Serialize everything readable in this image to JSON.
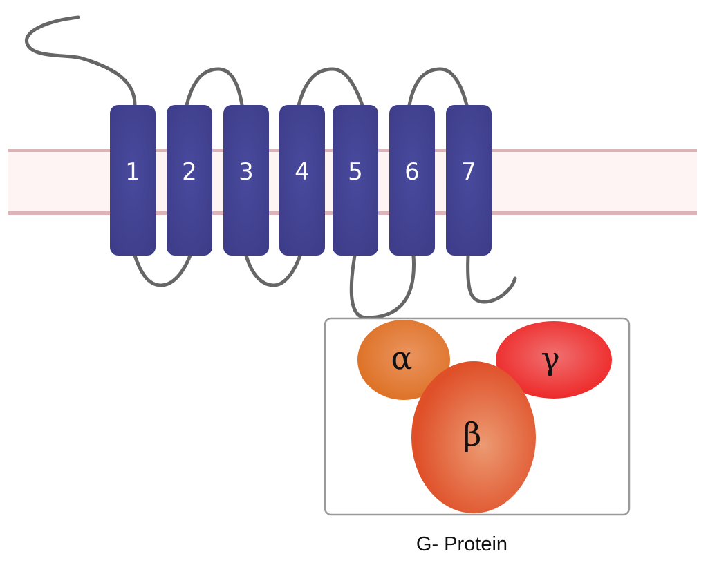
{
  "diagram": {
    "helices": [
      {
        "label": "1"
      },
      {
        "label": "2"
      },
      {
        "label": "3"
      },
      {
        "label": "4"
      },
      {
        "label": "5"
      },
      {
        "label": "6"
      },
      {
        "label": "7"
      }
    ],
    "g_protein": {
      "subunits": [
        {
          "id": "alpha",
          "label": "α"
        },
        {
          "id": "beta",
          "label": "β"
        },
        {
          "id": "gamma",
          "label": "γ"
        }
      ],
      "caption": "G- Protein"
    },
    "colors": {
      "helix": "#3f3f8f",
      "membrane_fill": "#fff4f4",
      "membrane_line": "#dcb4b8",
      "loop": "#666666",
      "alpha": "#e07428",
      "beta": "#e0522a",
      "gamma": "#ee2a2a"
    }
  }
}
